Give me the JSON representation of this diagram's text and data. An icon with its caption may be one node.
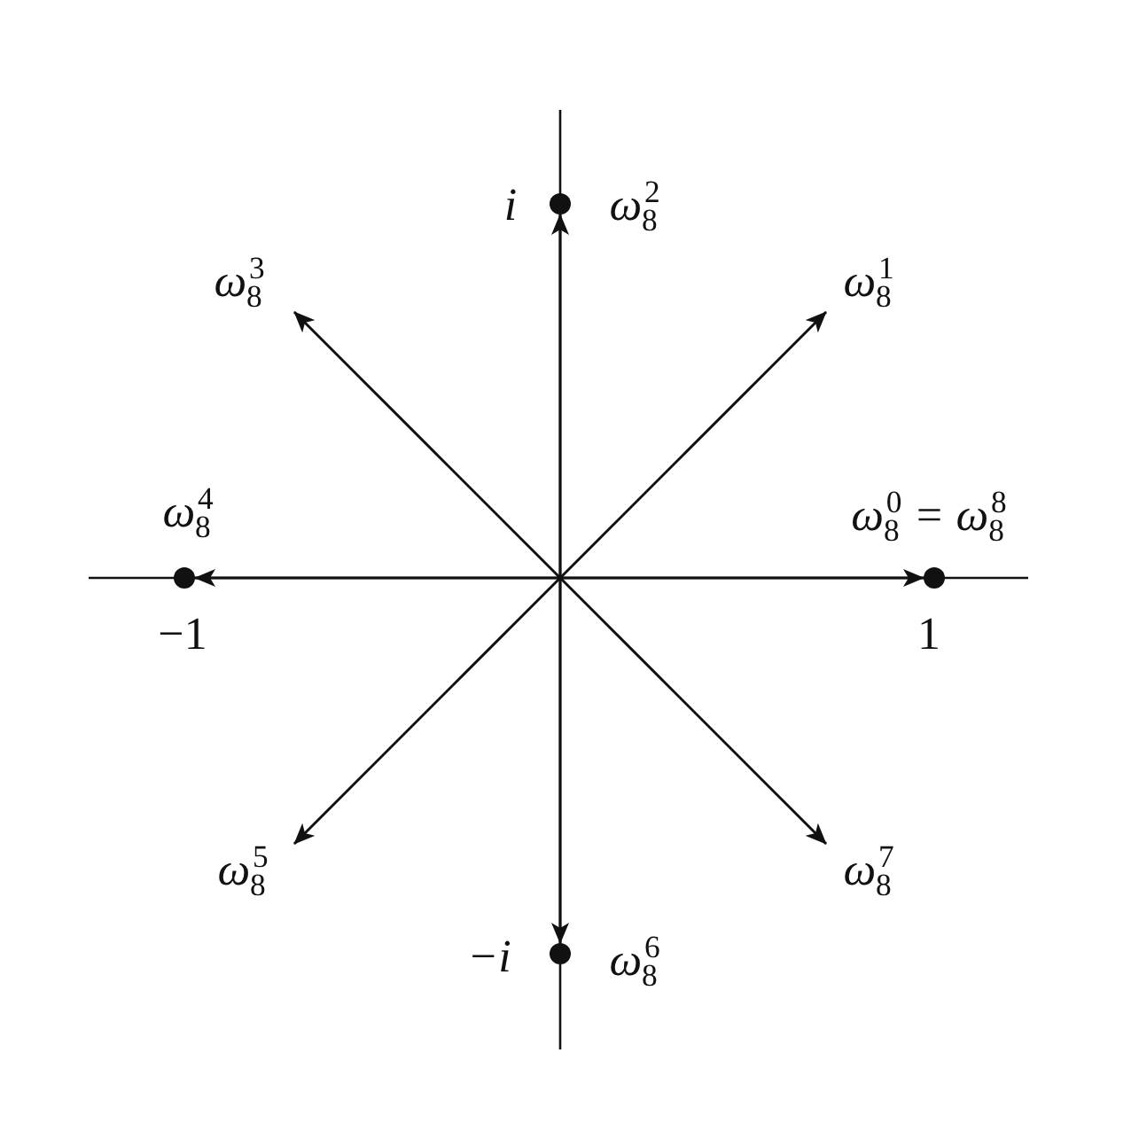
{
  "diagram": {
    "nodes": [
      {
        "text": [
          "ω$_{8}$$^{0}$ = ω$_{8}$$^{8}$"
        ],
        "beside": [
          "1"
        ]
      },
      {
        "text": [
          "ω$_{8}$$^{1}$"
        ]
      },
      {
        "text": [
          "ω$_{8}$$^{2}$"
        ],
        "beside": [
          "i"
        ]
      },
      {
        "text": [
          "ω$_{8}$$^{3}$"
        ]
      },
      {
        "text": [
          "ω$_{8}$$^{4}$"
        ],
        "beside": [
          "−1"
        ]
      },
      {
        "text": [
          "ω$_{8}$$^{5}$"
        ]
      },
      {
        "text": [
          "ω$_{8}$$^{6}$"
        ],
        "beside": [
          "−i"
        ]
      },
      {
        "text": [
          "ω$_{8}$$^{7}$"
        ]
      }
    ],
    "edges": [
      {
        "from": null,
        "to": 0,
        "arrow": "to"
      },
      {
        "from": null,
        "to": 1,
        "arrow": "to"
      },
      {
        "from": null,
        "to": 2,
        "arrow": "to"
      },
      {
        "from": null,
        "to": 3,
        "arrow": "to"
      },
      {
        "from": null,
        "to": 4,
        "arrow": "to"
      },
      {
        "from": null,
        "to": 5,
        "arrow": "to"
      },
      {
        "from": null,
        "to": 6,
        "arrow": "to"
      },
      {
        "from": null,
        "to": 7,
        "arrow": "to"
      }
    ]
  }
}
